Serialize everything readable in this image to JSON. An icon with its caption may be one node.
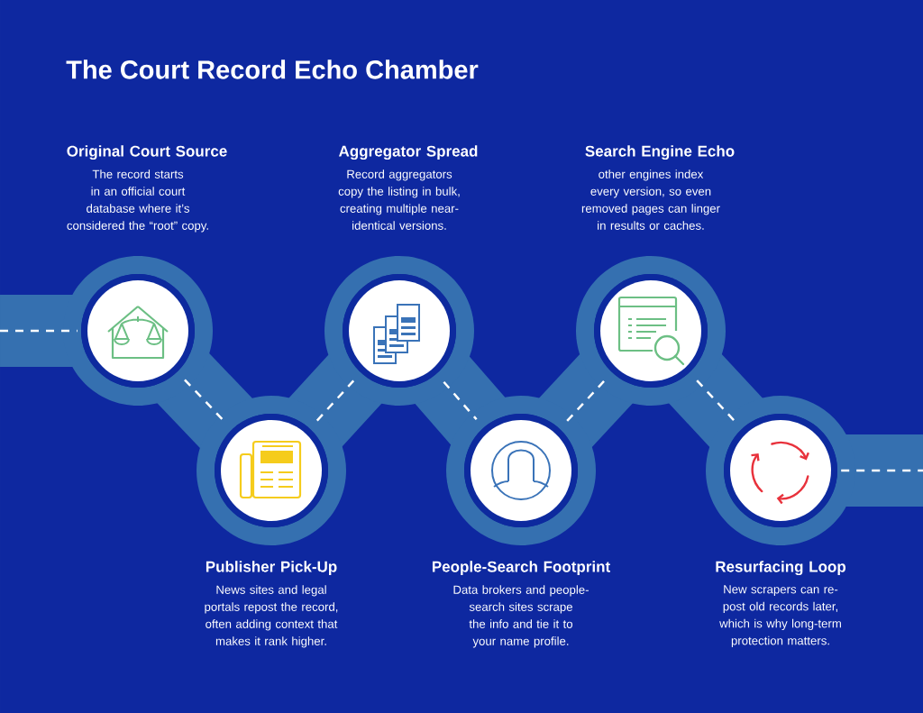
{
  "diagram": {
    "title": "The Court Record Echo Chamber",
    "nodes": [
      {
        "text": [],
        "shape": "circle",
        "beside": [
          "Original Court Source",
          "The record starts in an official court database where it’s considered the “root” copy."
        ]
      },
      {
        "text": [],
        "shape": "circle",
        "beside": [
          "Publisher Pick-Up",
          "News sites and legal portals repost the record, often adding context that makes it rank higher."
        ]
      },
      {
        "text": [],
        "shape": "circle",
        "beside": [
          "Aggregator Spread",
          "Record aggregators copy the listing in bulk, creating multiple near-identical versions."
        ]
      },
      {
        "text": [],
        "shape": "circle",
        "beside": [
          "People-Search Footprint",
          "Data brokers and people-search sites scrape the info and tie it to your name profile."
        ]
      },
      {
        "text": [],
        "shape": "circle",
        "beside": [
          "Search Engine Echo",
          "other engines index every version, so even removed pages can linger in results or caches."
        ]
      },
      {
        "text": [],
        "shape": "circle",
        "beside": [
          "Resurfacing Loop",
          "New scrapers can re-post old records later, which is why long-term protection matters."
        ]
      }
    ],
    "edges": [
      {
        "from": null,
        "to": 0,
        "arrow": "none"
      },
      {
        "from": 0,
        "to": 1,
        "arrow": "none"
      },
      {
        "from": 1,
        "to": 2,
        "arrow": "none"
      },
      {
        "from": 2,
        "to": 3,
        "arrow": "none"
      },
      {
        "from": 3,
        "to": 4,
        "arrow": "none"
      },
      {
        "from": 4,
        "to": 5,
        "arrow": "none"
      },
      {
        "from": 5,
        "to": null,
        "arrow": "none"
      }
    ]
  }
}
